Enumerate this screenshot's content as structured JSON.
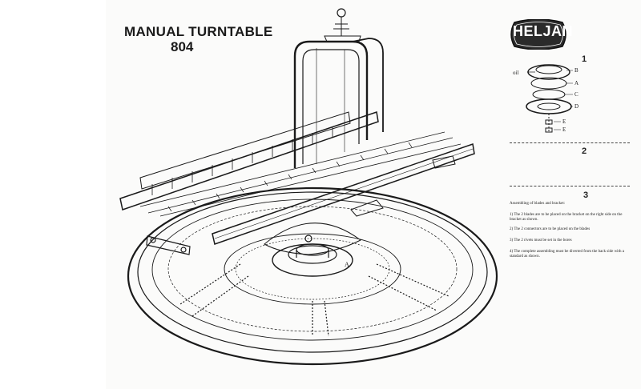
{
  "header": {
    "title": "MANUAL TURNTABLE",
    "model_number": "804",
    "logo_text": "HELJAN"
  },
  "steps": {
    "step1": {
      "number": "1",
      "labels": {
        "oil": "oil",
        "b": "B",
        "a": "A",
        "c": "C",
        "d": "D",
        "e1": "E",
        "e2": "E"
      }
    },
    "step2": {
      "number": "2"
    },
    "step3": {
      "number": "3",
      "heading": "Assembling of blades and bracket:",
      "items": [
        "1) The 2 blades are to be placed on the bracket on the right side on the bracket as shown.",
        "2) The 2 connectors are to be placed on the blades",
        "3) The 2 rivets must be set in the bores",
        "4) The complete assembling must be diverted from the back side with a standard as shown."
      ]
    }
  },
  "drawing_labels": {
    "center_label": "A"
  },
  "colors": {
    "ink": "#1a1a1a",
    "paper": "#fbfbfa",
    "logo_fill": "#2a2a2a"
  }
}
